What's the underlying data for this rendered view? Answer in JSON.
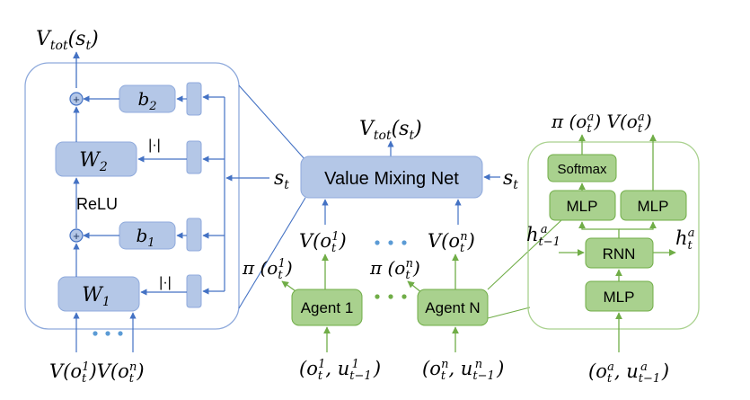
{
  "colors": {
    "blue_box": "#b4c7e7",
    "blue_stroke": "#8faadc",
    "blue_arrow": "#4472c4",
    "green_box": "#a9d18e",
    "green_stroke": "#70ad47",
    "green_panel": "#a9d18e",
    "dot_blue": "#5b9bd5",
    "dot_green": "#70ad47"
  },
  "left_panel": {
    "top_output": "V_tot(s_t)",
    "w2": "W_2",
    "w1": "W_1",
    "b2": "b_2",
    "b1": "b_1",
    "abs_top": "|·|",
    "abs_bottom": "|·|",
    "relu": "ReLU",
    "plus": "+",
    "state_input": "s_t",
    "inputs_left": "V(o_t^1)",
    "inputs_right": "V(o_t^n)"
  },
  "center": {
    "mixing_output": "V_tot(s_t)",
    "mixing_net": "Value Mixing Net",
    "state_in": "s_t",
    "v1": "V(o_t^1)",
    "vn": "V(o_t^n)",
    "pi1": "π (o_t^1)",
    "pin": "π (o_t^n)",
    "agent1": "Agent 1",
    "agentN": "Agent N",
    "in1": "(o_t^1, u_{t−1}^1)",
    "inN": "(o_t^n, u_{t−1}^n)"
  },
  "right_panel": {
    "outputs": "π (o_t^a) V(o_t^a)",
    "softmax": "Softmax",
    "mlp_left": "MLP",
    "mlp_right": "MLP",
    "rnn": "RNN",
    "mlp_bottom": "MLP",
    "h_prev": "h_{t−1}^a",
    "h_next": "h_t^a",
    "input": "(o_t^a, u_{t−1}^a)"
  }
}
